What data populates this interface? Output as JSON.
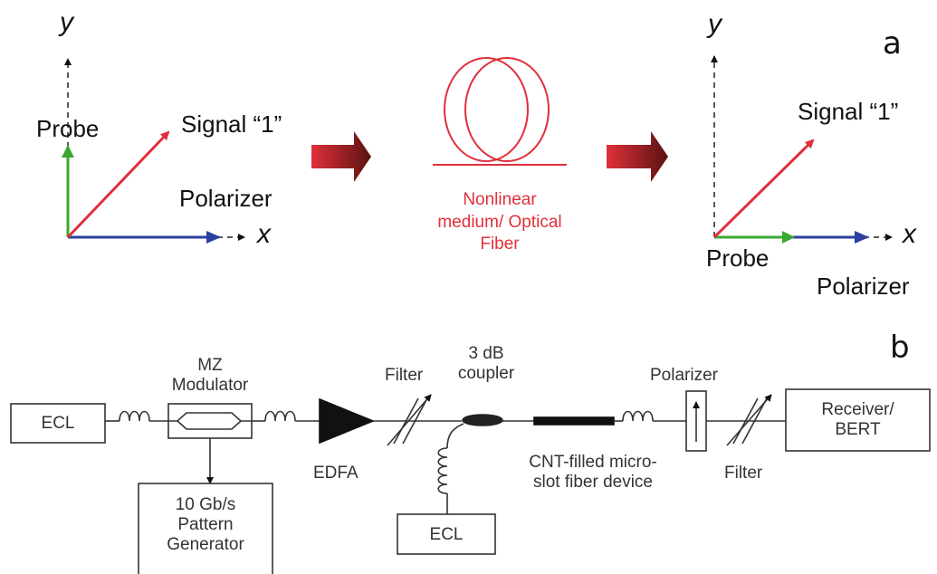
{
  "panel_a": {
    "label": "a",
    "left_axes": {
      "y": "y",
      "x": "x",
      "probe": "Probe",
      "signal": "Signal “1”",
      "polarizer": "Polarizer"
    },
    "fiber_label": [
      "Nonlinear",
      "medium/ Optical",
      "Fiber"
    ],
    "right_axes": {
      "y": "y",
      "x": "x",
      "probe": "Probe",
      "signal": "Signal “1”",
      "polarizer": "Polarizer"
    }
  },
  "panel_b": {
    "label": "b",
    "ecl_source": "ECL",
    "mz_modulator": [
      "MZ",
      "Modulator"
    ],
    "pattern_generator": [
      "10 Gb/s",
      "Pattern",
      "Generator"
    ],
    "edfa": "EDFA",
    "filter1": "Filter",
    "coupler": [
      "3 dB",
      "coupler"
    ],
    "ecl_probe": "ECL",
    "cnt_device": [
      "CNT-filled micro-",
      "slot fiber device"
    ],
    "polarizer": "Polarizer",
    "filter2": "Filter",
    "receiver": [
      "Receiver/",
      "BERT"
    ]
  },
  "colors": {
    "signal": "#e0303a",
    "probe": "#3aa832",
    "polarizer": "#2b3f9e",
    "arrow_dark": "#6b1a1a"
  }
}
